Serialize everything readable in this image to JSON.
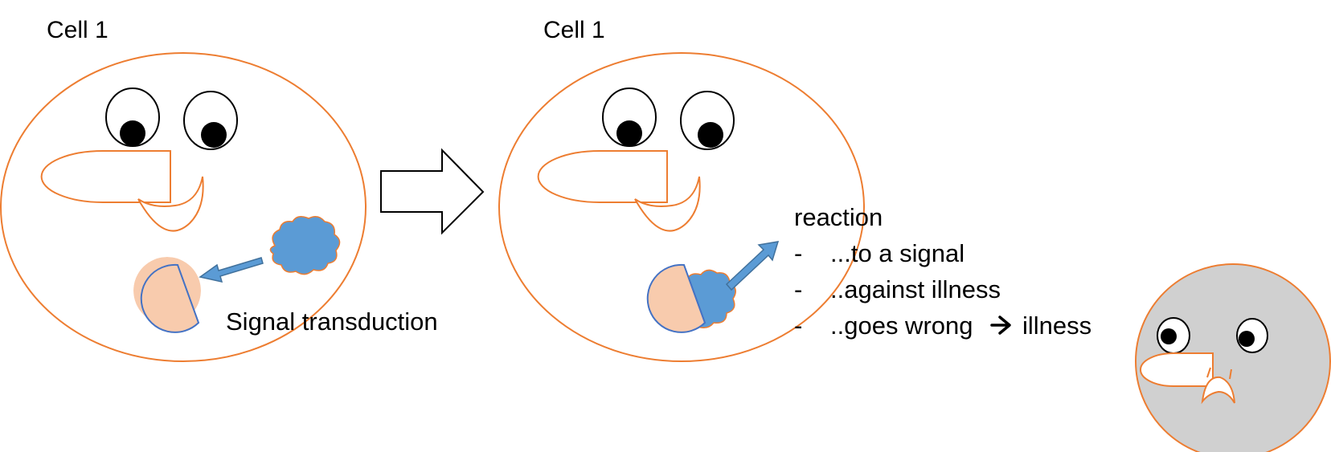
{
  "diagram": {
    "left_cell": {
      "title": "Cell 1",
      "caption": "Signal transduction"
    },
    "right_cell": {
      "title": "Cell 1",
      "reaction_heading": "reaction",
      "reaction_items": [
        {
          "bullet": "-",
          "text": "...to a signal"
        },
        {
          "bullet": "-",
          "text": "..against illness"
        },
        {
          "bullet": "-",
          "text": "..goes wrong",
          "arrow": "🡒",
          "suffix": "illness"
        }
      ]
    },
    "colors": {
      "cell_outline": "#ED7D31",
      "signal_blue": "#5B9BD5",
      "receptor_fill": "#F8CBAD",
      "receptor_outline": "#4472C4",
      "sick_cell_fill": "#D0D0D0",
      "ink": "#000000"
    },
    "icons": {
      "transition_arrow": "right-hollow-arrow-icon",
      "signal_arrow": "blue-arrow-icon",
      "signal_molecule": "cloud-shape-icon",
      "receptor": "half-circle-icon"
    }
  }
}
